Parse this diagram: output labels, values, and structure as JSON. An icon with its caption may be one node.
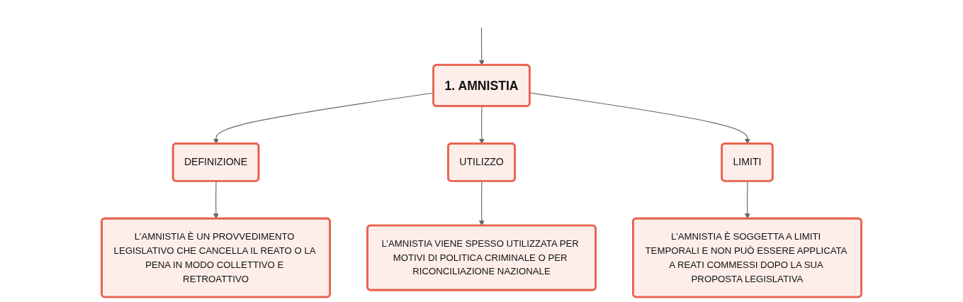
{
  "diagram": {
    "nodes": [
      {
        "text": [
          "1. AMNISTIA"
        ]
      },
      {
        "text": [
          "DEFINIZIONE"
        ]
      },
      {
        "text": [
          "UTILIZZO"
        ]
      },
      {
        "text": [
          "LIMITI"
        ]
      },
      {
        "text": [
          "L’AMNISTIA È UN PROVVEDIMENTO LEGISLATIVO CHE CANCELLA IL REATO O LA PENA IN MODO COLLETTIVO E RETROATTIVO"
        ]
      },
      {
        "text": [
          "L’AMNISTIA VIENE SPESSO UTILIZZATA PER MOTIVI DI POLITICA CRIMINALE O PER RICONCILIAZIONE NAZIONALE"
        ]
      },
      {
        "text": [
          "L’AMNISTIA È SOGGETTA A LIMITI TEMPORALI E NON PUÒ ESSERE APPLICATA A REATI COMMESSI DOPO LA SUA PROPOSTA LEGISLATIVA"
        ]
      }
    ],
    "edges": [
      {
        "from": null,
        "to": 0,
        "arrow": "to"
      },
      {
        "from": 0,
        "to": 1,
        "arrow": "to"
      },
      {
        "from": 0,
        "to": 2,
        "arrow": "to"
      },
      {
        "from": 0,
        "to": 3,
        "arrow": "to"
      },
      {
        "from": 1,
        "to": 4,
        "arrow": "to"
      },
      {
        "from": 2,
        "to": 5,
        "arrow": "to"
      },
      {
        "from": 3,
        "to": 6,
        "arrow": "to"
      }
    ]
  }
}
